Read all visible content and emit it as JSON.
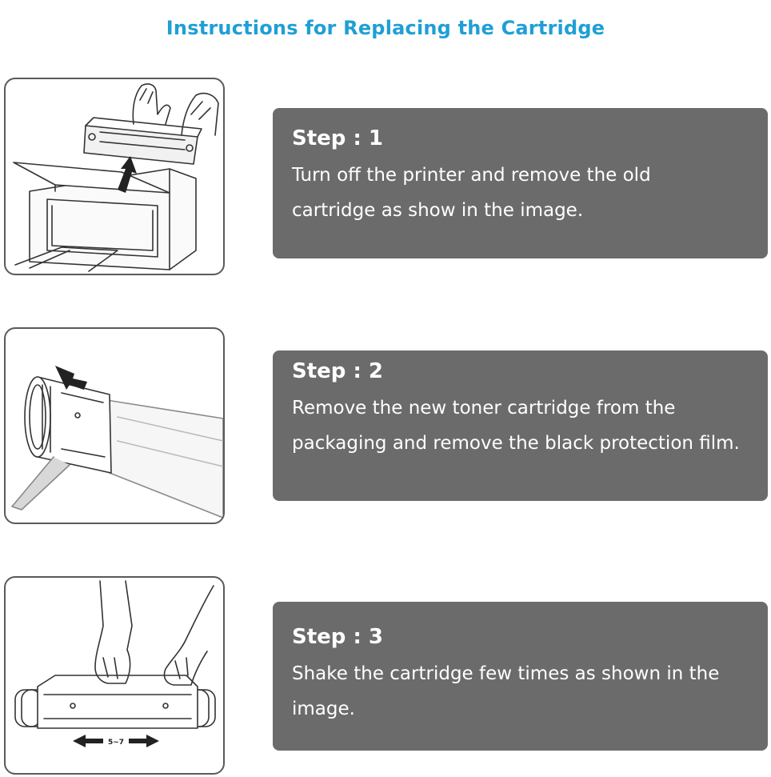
{
  "title": "Instructions for Replacing the Cartridge",
  "steps": [
    {
      "label": "Step : 1",
      "text": "Turn off the printer and remove the old cartridge as show in the image.",
      "illustration_icon": "printer-remove-cartridge-illustration"
    },
    {
      "label": "Step : 2",
      "text": "Remove the new toner cartridge from the packaging and remove the black protection film.",
      "illustration_icon": "cartridge-remove-film-illustration"
    },
    {
      "label": "Step : 3",
      "text": "Shake the cartridge few times as shown in the image.",
      "illustration_icon": "shake-cartridge-illustration",
      "shake_label": "5~7"
    }
  ],
  "colors": {
    "title": "#1f9fd6",
    "step_box": "#6b6b6b",
    "step_text": "#ffffff",
    "illustration_border": "#5a5a5a"
  }
}
